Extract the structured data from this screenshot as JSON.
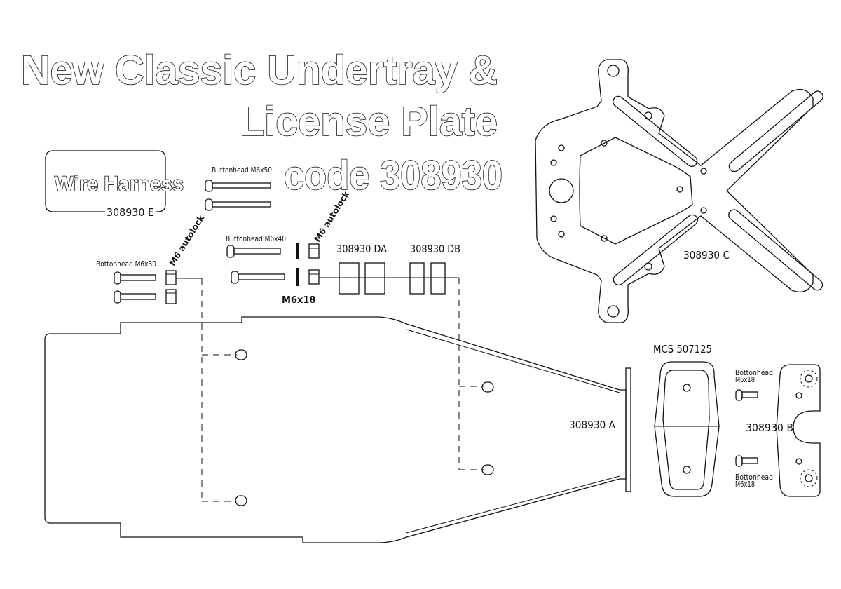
{
  "title": {
    "line1": "New Classic Undertray &",
    "line2": "License Plate",
    "line3": "code 308930"
  },
  "wire_harness": {
    "label": "Wire Harness",
    "code": "308930 E"
  },
  "hardware": {
    "bolt_m6x50": "Buttonhead M6x50",
    "bolt_m6x40": "Buttonhead M6x40",
    "bolt_m6x30": "Bottonhead M6x30",
    "nut_left": "M6 autolock",
    "nut_mid": "M6 autolock",
    "washer": "M6x18",
    "bolt_b_top_1": "Bottonhead",
    "bolt_b_top_2": "M6x18",
    "bolt_b_bottom_1": "Bottonhead",
    "bolt_b_bottom_2": "M6x18"
  },
  "parts": {
    "da": "308930 DA",
    "db": "308930 DB",
    "c": "308930 C",
    "a": "308930 A",
    "b": "308930 B",
    "mcs": "MCS 507125"
  }
}
